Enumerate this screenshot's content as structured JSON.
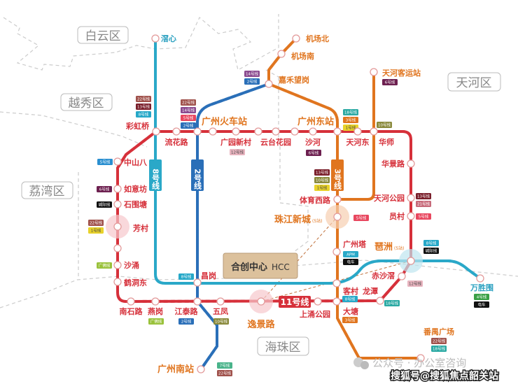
{
  "districts": [
    "白云区",
    "越秀区",
    "荔湾区",
    "天河区",
    "海珠区"
  ],
  "line_labels": {
    "line8": "8号线",
    "line2": "2号线",
    "line3": "3号线",
    "line11": "11号线"
  },
  "landmark": {
    "name": "合创中心",
    "code": "HCC"
  },
  "watermarks": {
    "wechat": "公众号 · 办公室咨询",
    "sohu": "搜狐号@搜狐焦点韶关站"
  },
  "colors": {
    "line1": "#d6303a",
    "line2": "#2a6fb8",
    "line3": "#e0751f",
    "line8": "#2aa8c8"
  },
  "stations": [
    {
      "name": "滘心",
      "badges": []
    },
    {
      "name": "机场北",
      "badges": []
    },
    {
      "name": "机场南",
      "badges": []
    },
    {
      "name": "嘉禾望岗",
      "badges": [
        {
          "t": "14号线",
          "c": "#8b4a8f"
        },
        {
          "t": "2号线",
          "c": "#2a6fb8"
        }
      ]
    },
    {
      "name": "天河客运站",
      "badges": [
        {
          "t": "6号线",
          "c": "#6d2050"
        }
      ]
    },
    {
      "name": "彩虹桥",
      "badges": [
        {
          "t": "22号线",
          "c": "#a0524c"
        },
        {
          "t": "13号线",
          "c": "#7a1f2b"
        },
        {
          "t": "8号线",
          "c": "#26a8c8"
        }
      ]
    },
    {
      "name": "流花路",
      "badges": []
    },
    {
      "name": "广州火车站",
      "badges": [
        {
          "t": "22号线",
          "c": "#a0524c"
        },
        {
          "t": "14号线",
          "c": "#8b4a8f"
        },
        {
          "t": "5号线",
          "c": "#e8475f"
        },
        {
          "t": "2号线",
          "c": "#2a6fb8"
        }
      ]
    },
    {
      "name": "",
      "badges": []
    },
    {
      "name": "广园新村",
      "badges": [
        {
          "t": "12号线",
          "c": "#e8b4bf"
        }
      ]
    },
    {
      "name": "",
      "badges": []
    },
    {
      "name": "云台花园",
      "badges": []
    },
    {
      "name": "",
      "badges": []
    },
    {
      "name": "沙河",
      "badges": [
        {
          "t": "6号线",
          "c": "#6d2050"
        }
      ]
    },
    {
      "name": "广州东站",
      "badges": [
        {
          "t": "18号线",
          "c": "#2aa9a3"
        },
        {
          "t": "3号线",
          "c": "#e0751f"
        },
        {
          "t": "1号线",
          "c": "#e8d22a"
        }
      ]
    },
    {
      "name": "天河东",
      "badges": []
    },
    {
      "name": "华师",
      "badges": [
        {
          "t": "10号线",
          "c": "#8a8a3c"
        }
      ]
    },
    {
      "name": "华景路",
      "badges": []
    },
    {
      "name": "天河公园",
      "badges": [
        {
          "t": "13号线",
          "c": "#7a1f2b"
        },
        {
          "t": "21号线",
          "c": "#c76a7a"
        }
      ]
    },
    {
      "name": "员村",
      "badges": [
        {
          "t": "5号线",
          "c": "#e8475f"
        }
      ]
    },
    {
      "name": "中山八",
      "badges": [
        {
          "t": "5号线",
          "c": "#2a8fd0"
        }
      ]
    },
    {
      "name": "如意坊",
      "badges": [
        {
          "t": "6号线",
          "c": "#6d2050"
        }
      ]
    },
    {
      "name": "石围塘",
      "badges": [
        {
          "t": "城际线",
          "c": "#111111"
        }
      ]
    },
    {
      "name": "芳村",
      "badges": [
        {
          "t": "22号线",
          "c": "#a0524c"
        },
        {
          "t": "1号线",
          "c": "#e8d22a"
        }
      ]
    },
    {
      "name": "",
      "badges": []
    },
    {
      "name": "沙涌",
      "badges": [
        {
          "t": "广佛线",
          "c": "#9ac23c"
        }
      ]
    },
    {
      "name": "鹤洞东",
      "badges": []
    },
    {
      "name": "南石路",
      "badges": []
    },
    {
      "name": "燕岗",
      "badges": [
        {
          "t": "广佛线",
          "c": "#9ac23c"
        }
      ]
    },
    {
      "name": "江泰路",
      "badges": [
        {
          "t": "2号线",
          "c": "#2a6fb8"
        }
      ]
    },
    {
      "name": "昌岗",
      "badges": [
        {
          "t": "8号线",
          "c": "#26a8c8"
        }
      ]
    },
    {
      "name": "五凤",
      "badges": [
        {
          "t": "10号线",
          "c": "#8a8a3c"
        }
      ]
    },
    {
      "name": "逸景路",
      "badges": []
    },
    {
      "name": "上涌公园",
      "badges": []
    },
    {
      "name": "客村",
      "badges": [
        {
          "t": "8号线",
          "c": "#26a8c8"
        }
      ]
    },
    {
      "name": "大塘",
      "badges": [
        {
          "t": "3号线",
          "c": "#e0751f"
        }
      ]
    },
    {
      "name": "龙潭",
      "badges": [
        {
          "t": "18号线",
          "c": "#2aa9a3"
        }
      ]
    },
    {
      "name": "赤沙滘",
      "badges": [
        {
          "t": "12号线",
          "c": "#e8b4bf"
        }
      ]
    },
    {
      "name": "琶洲",
      "sub": "(5站)",
      "badges": [
        {
          "t": "8号线",
          "c": "#26a8c8"
        },
        {
          "t": "城际线",
          "c": "#111111"
        }
      ]
    },
    {
      "name": "广州塔",
      "badges": [
        {
          "t": "APM",
          "c": "#2aa9c8"
        },
        {
          "t": "电车",
          "c": "#111111"
        }
      ]
    },
    {
      "name": "珠江新城",
      "sub": "(5站)",
      "badges": [
        {
          "t": "5号线",
          "c": "#e8475f"
        }
      ]
    },
    {
      "name": "体育西路",
      "badges": [
        {
          "t": "13号线",
          "c": "#7a1f2b"
        },
        {
          "t": "10号线",
          "c": "#8a8a3c"
        },
        {
          "t": "1号线",
          "c": "#e8d22a"
        }
      ]
    },
    {
      "name": "万胜围",
      "badges": [
        {
          "t": "4号线",
          "c": "#3aa046"
        },
        {
          "t": "电车",
          "c": "#111111"
        }
      ]
    },
    {
      "name": "广州南站",
      "badges": [
        {
          "t": "7号线",
          "c": "#49b38a"
        },
        {
          "t": "22号线",
          "c": "#a0524c"
        }
      ]
    },
    {
      "name": "番禺广场",
      "badges": [
        {
          "t": "22号线",
          "c": "#a0524c"
        },
        {
          "t": "18号线",
          "c": "#2aa9a3"
        }
      ]
    }
  ]
}
